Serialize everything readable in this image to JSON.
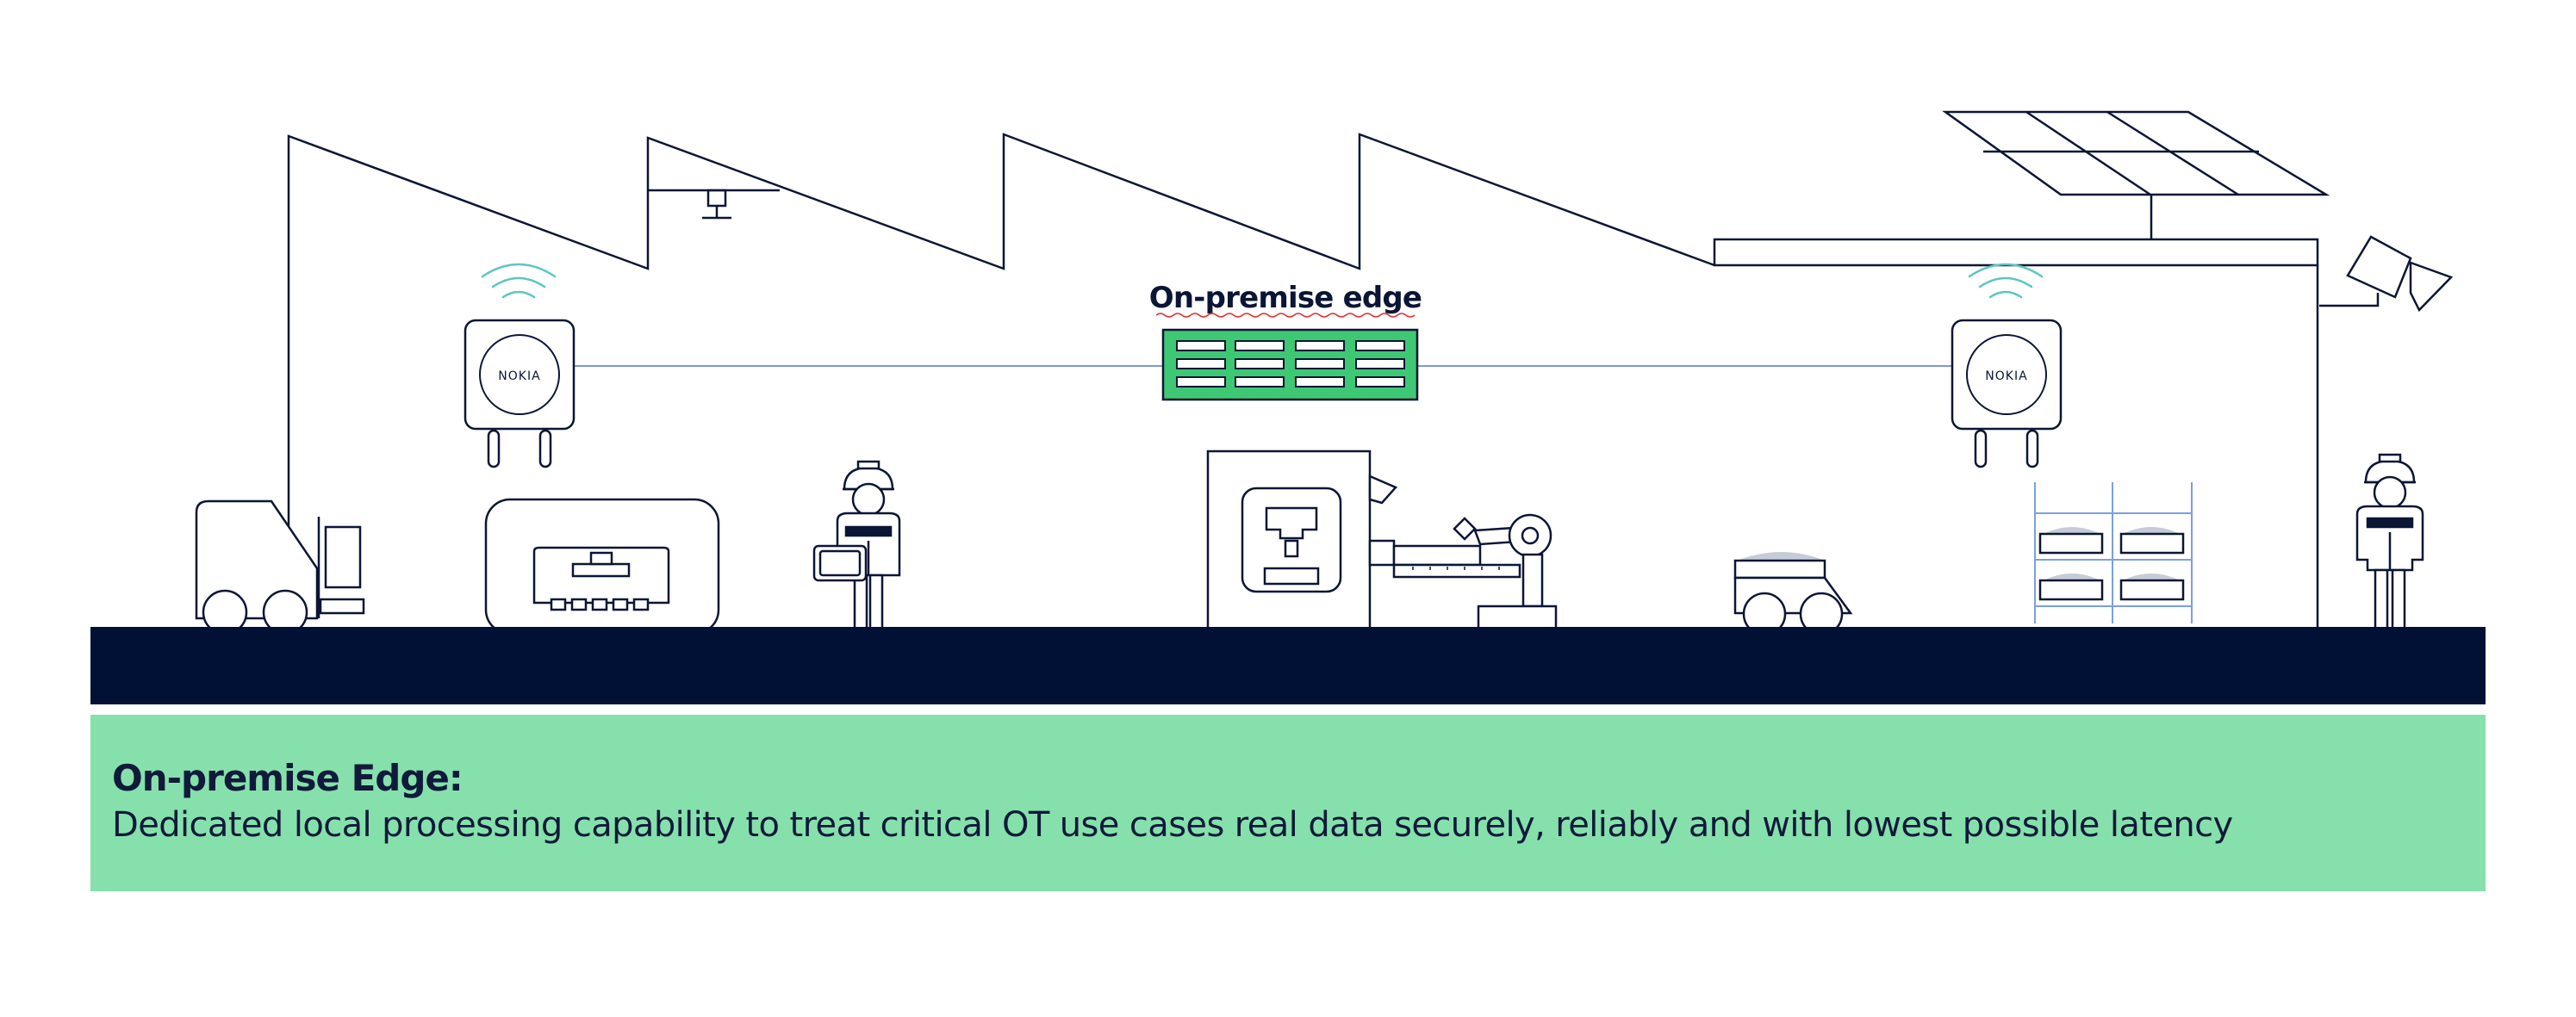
{
  "diagram": {
    "edge_label": "On-premise edge",
    "ap_logo_left": "NOKIA",
    "ap_logo_right": "NOKIA"
  },
  "caption": {
    "title": "On-premise Edge:",
    "text": "Dedicated local processing capability to treat critical OT use cases real data securely, reliably and with lowest possible latency"
  },
  "colors": {
    "ink": "#0b1535",
    "floor": "#001135",
    "edge_green": "#3ec873",
    "caption_bg": "#86e0ac",
    "wifi": "#5bc6c0",
    "link_blue": "#7f96d6",
    "rack_blue": "#7aa0e0"
  }
}
